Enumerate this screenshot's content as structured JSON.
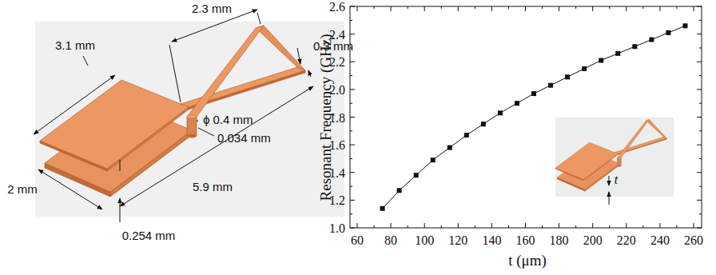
{
  "diagram": {
    "labels": [
      "2.3 mm",
      "0.3 mm",
      "3.1 mm",
      "ϕ 0.4 mm",
      "0.034 mm",
      "5.9 mm",
      "2 mm",
      "0.254 mm",
      "2.6",
      "2.4",
      "2.2",
      "2.0",
      "1.8",
      "1.6",
      "1.4",
      "1.2",
      "1.0",
      "60",
      "80",
      "100",
      "120",
      "140",
      "160",
      "180",
      "200",
      "220",
      "240",
      "260",
      "Resonant Frequency (GHz)",
      "t (μm)",
      "t"
    ]
  }
}
